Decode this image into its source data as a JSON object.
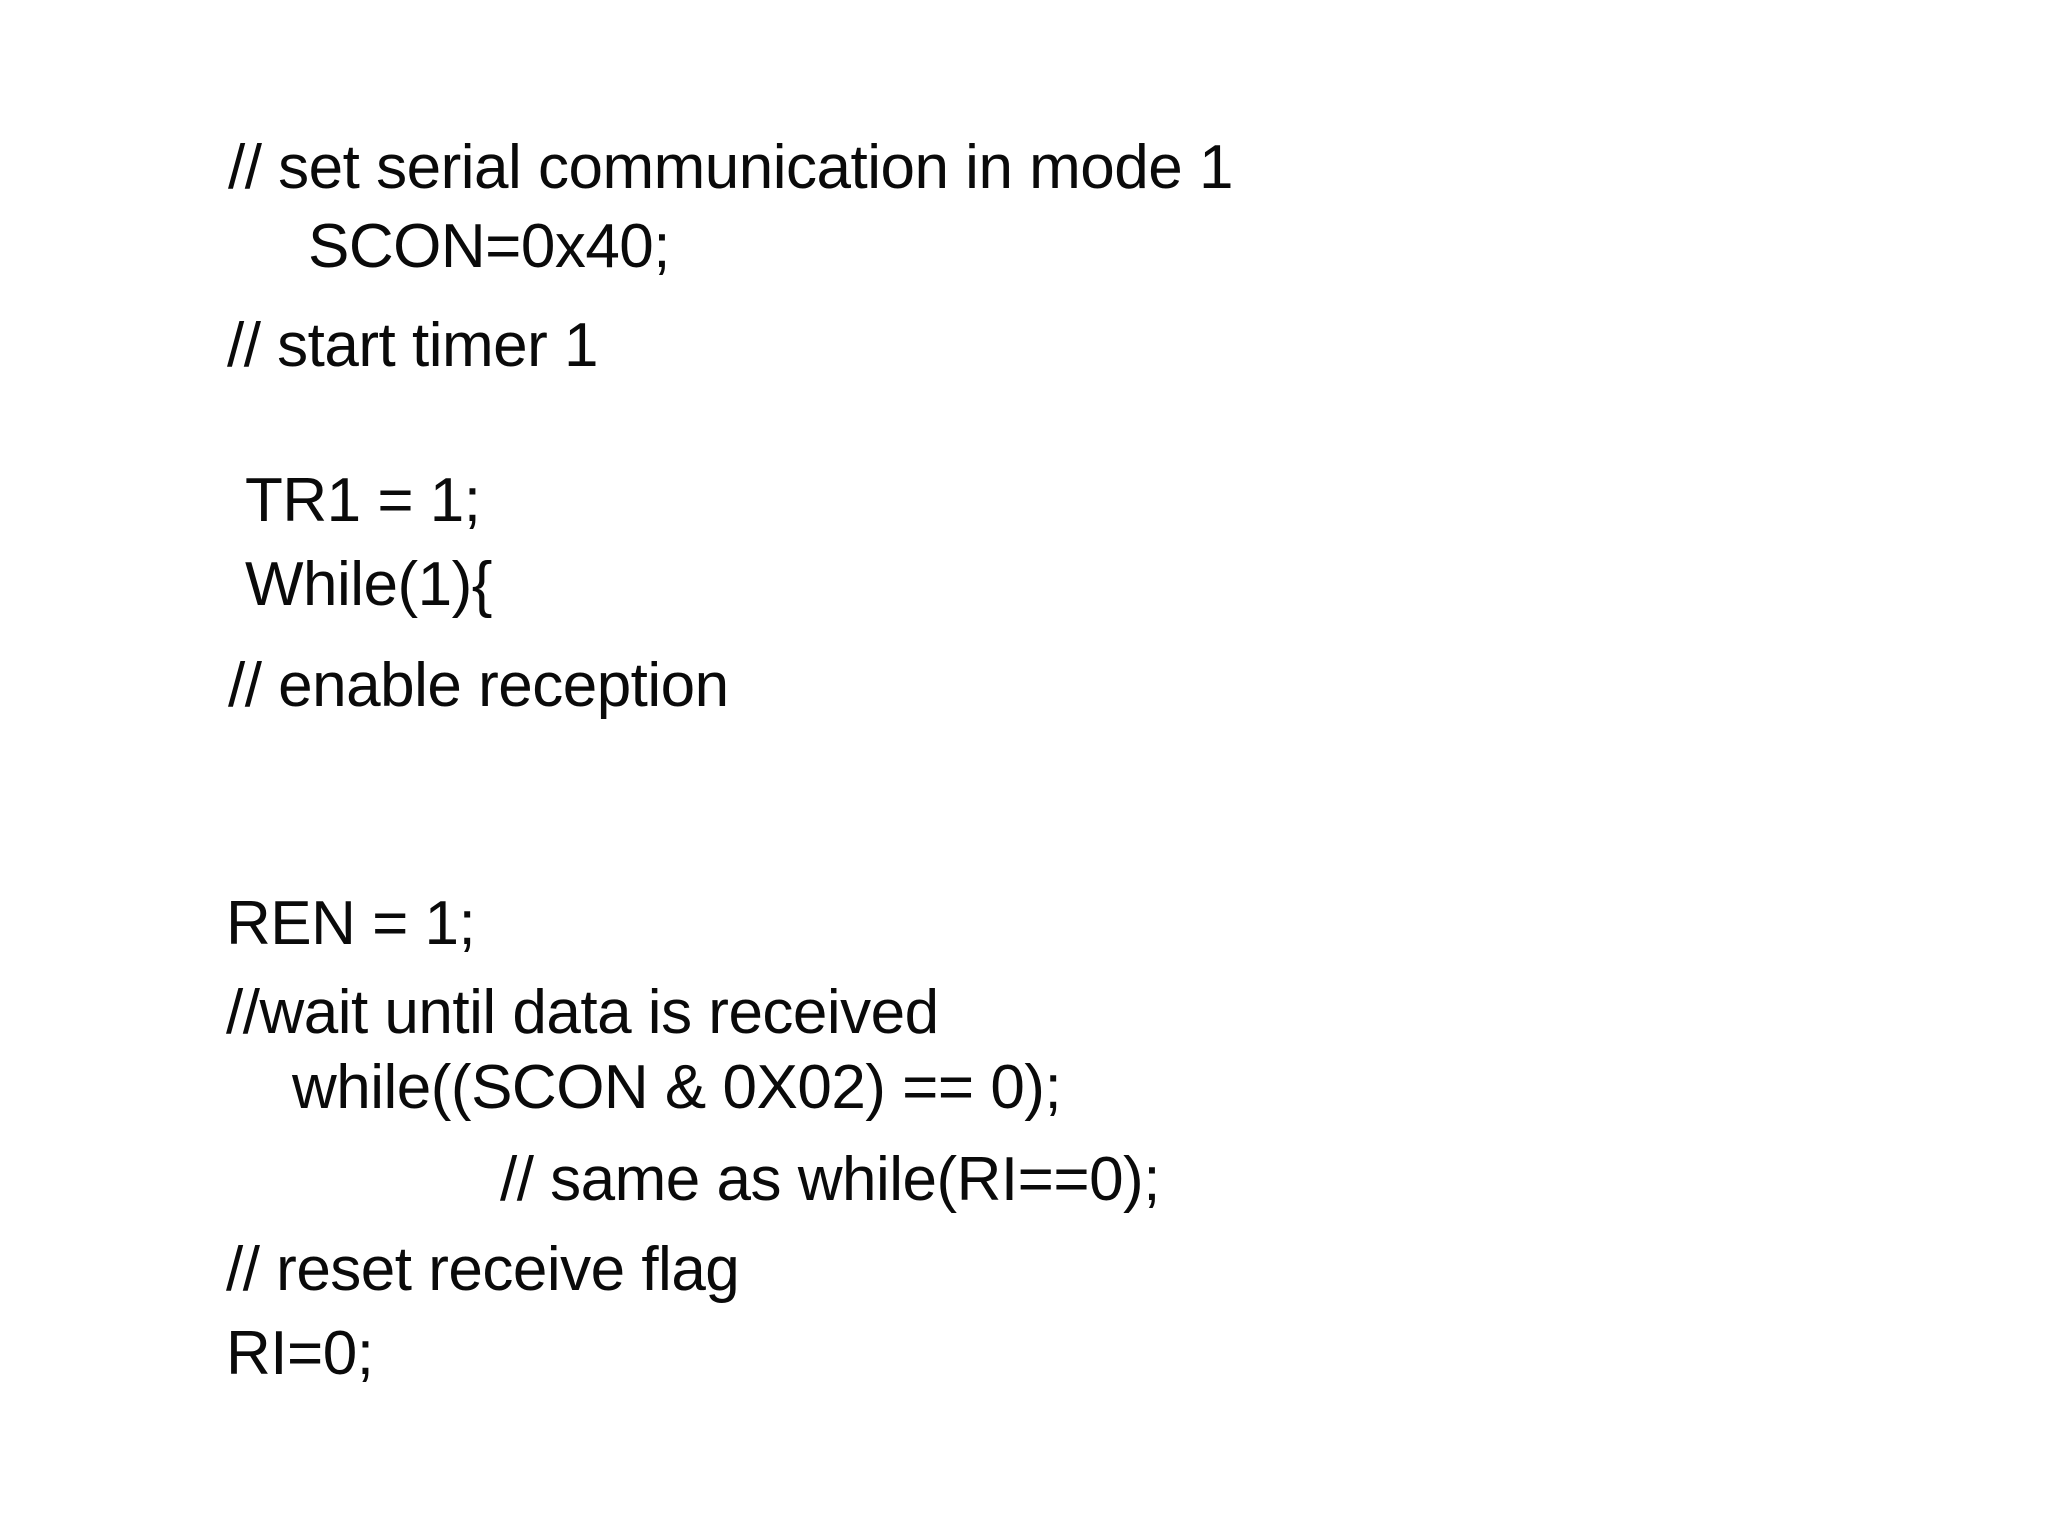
{
  "slide": {
    "background": "#ffffff",
    "text_color": "#0a0a0a",
    "lines": [
      "// set serial communication in mode 1",
      "SCON=0x40;",
      "// start timer 1",
      "TR1 = 1;",
      "While(1){",
      "// enable reception",
      "REN = 1;",
      "//wait until data is received",
      "while((SCON & 0X02) == 0);",
      "// same as while(RI==0);",
      "// reset receive flag",
      "RI=0;"
    ]
  }
}
